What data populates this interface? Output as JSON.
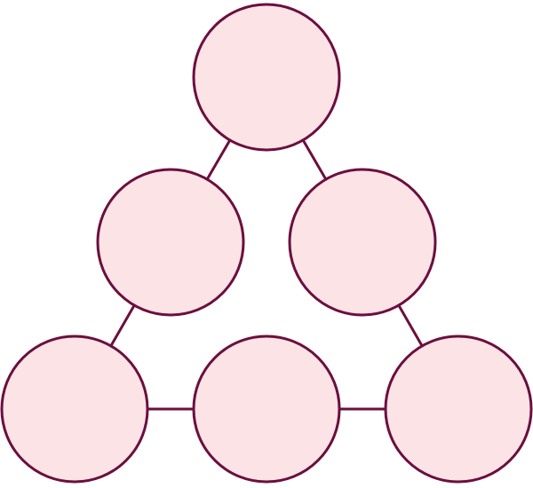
{
  "diagram": {
    "type": "triangle-of-circles",
    "node_count": 6,
    "edge_count": 6,
    "colors": {
      "node_fill": "#fbe3e6",
      "stroke": "#6b0f3e",
      "background": "#ffffff"
    },
    "nodes": [
      {
        "id": "top",
        "label": ""
      },
      {
        "id": "middle-left",
        "label": ""
      },
      {
        "id": "middle-right",
        "label": ""
      },
      {
        "id": "bottom-left",
        "label": ""
      },
      {
        "id": "bottom-center",
        "label": ""
      },
      {
        "id": "bottom-right",
        "label": ""
      }
    ],
    "edges": [
      {
        "from": "top",
        "to": "middle-left"
      },
      {
        "from": "top",
        "to": "middle-right"
      },
      {
        "from": "middle-left",
        "to": "bottom-left"
      },
      {
        "from": "middle-right",
        "to": "bottom-right"
      },
      {
        "from": "bottom-left",
        "to": "bottom-center"
      },
      {
        "from": "bottom-center",
        "to": "bottom-right"
      }
    ]
  }
}
